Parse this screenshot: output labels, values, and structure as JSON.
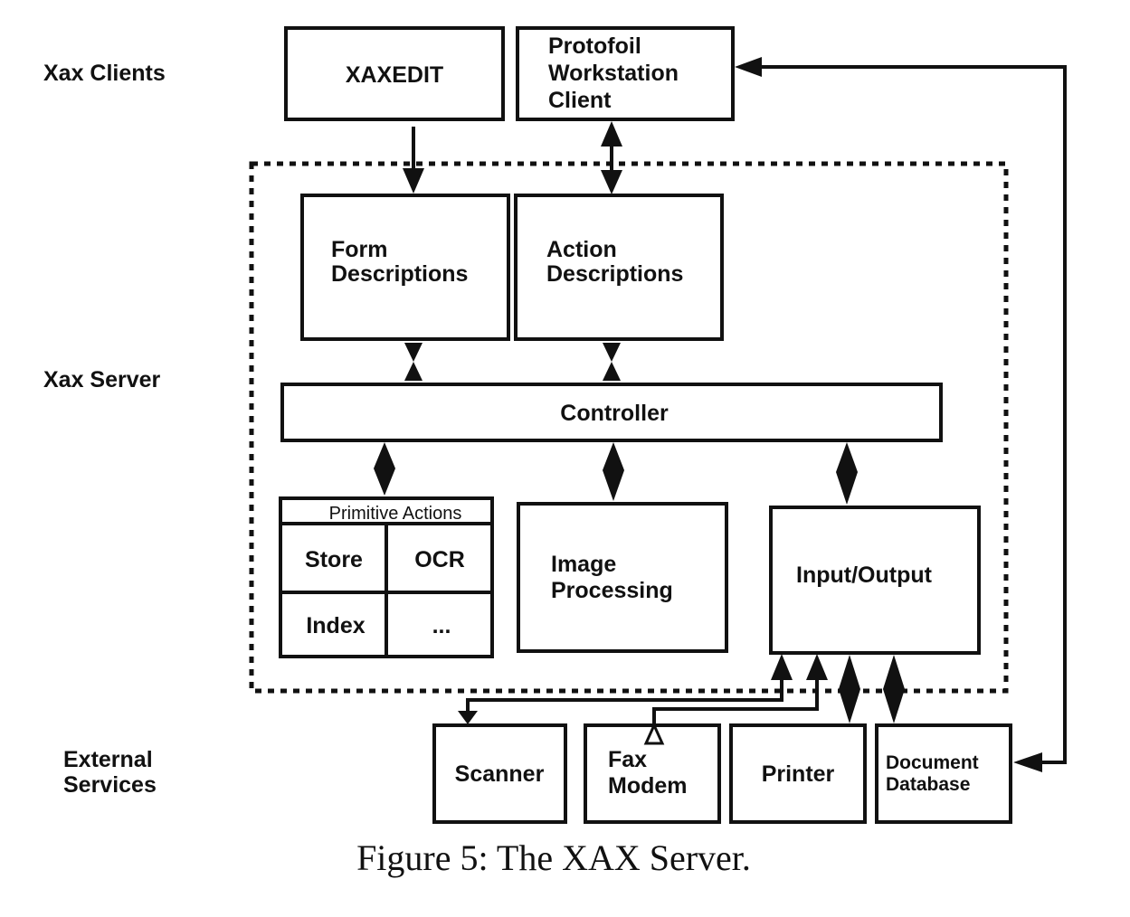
{
  "sections": {
    "clients": "Xax Clients",
    "server": "Xax Server",
    "external": [
      "External",
      "Services"
    ]
  },
  "clients": {
    "xaxedit": "XAXEDIT",
    "protofoil": [
      "Protofoil",
      "Workstation",
      "Client"
    ]
  },
  "server": {
    "form": [
      "Form",
      "Descriptions"
    ],
    "action": [
      "Action",
      "Descriptions"
    ],
    "controller": "Controller",
    "primitive_title": "Primitive Actions",
    "primitive_cells": [
      "Store",
      "OCR",
      "Index",
      "..."
    ],
    "image": [
      "Image",
      "Processing"
    ],
    "io": "Input/Output"
  },
  "external": {
    "scanner": "Scanner",
    "fax": [
      "Fax",
      "Modem"
    ],
    "printer": "Printer",
    "database": [
      "Document",
      "Database"
    ]
  },
  "caption": "Figure 5: The XAX Server."
}
